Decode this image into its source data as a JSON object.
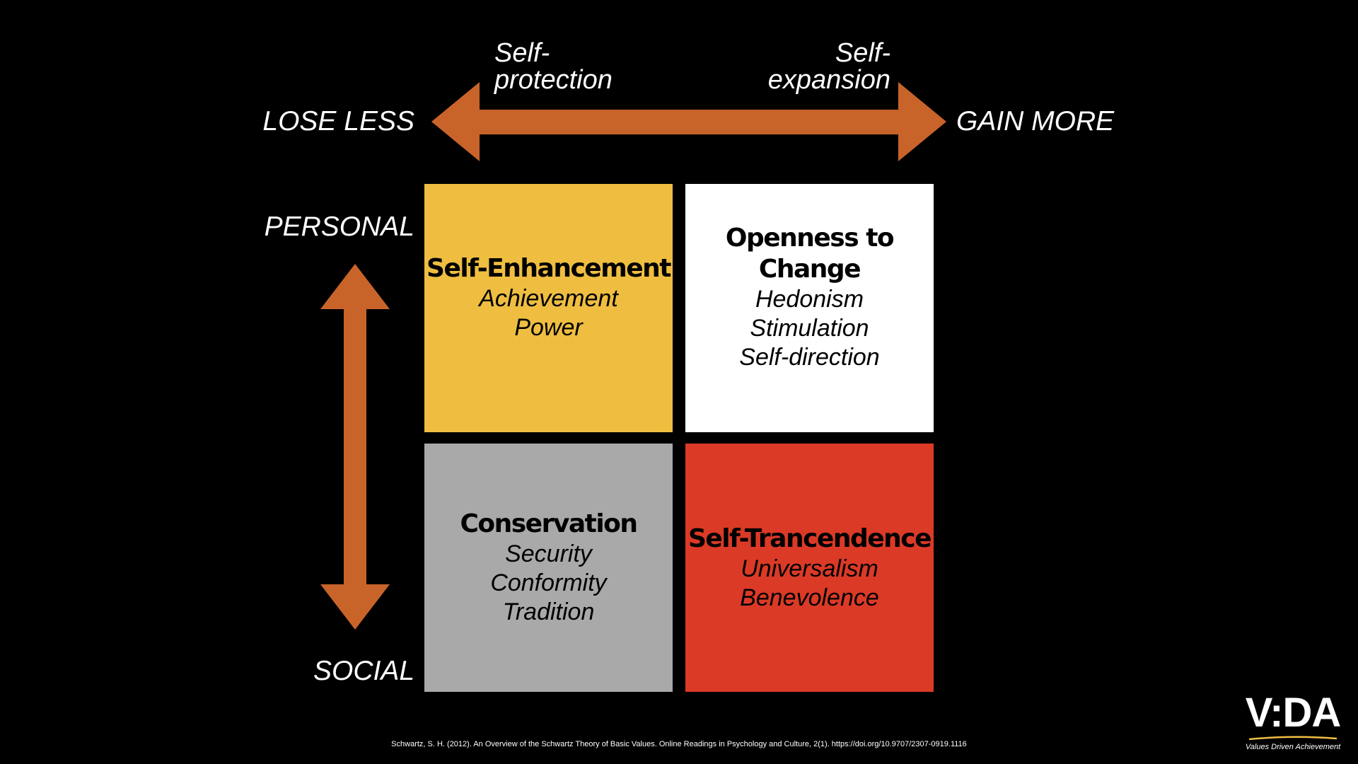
{
  "axes": {
    "left": "LOSE LESS",
    "right": "GAIN MORE",
    "top": "PERSONAL",
    "bottom": "SOCIAL",
    "left_sub": [
      "Self-",
      "protection"
    ],
    "right_sub": [
      "Self-",
      "expansion"
    ]
  },
  "quadrants": [
    {
      "title": "Self-Enhancement",
      "items": [
        "Achievement",
        "Power"
      ],
      "color": "#EFBE41"
    },
    {
      "title": "Openness to Change",
      "items": [
        "Hedonism",
        "Stimulation",
        "Self-direction"
      ],
      "color": "#FFFFFF"
    },
    {
      "title": "Conservation",
      "items": [
        "Security",
        "Conformity",
        "Tradition"
      ],
      "color": "#A9A9A9"
    },
    {
      "title": "Self-Trancendence",
      "items": [
        "Universalism",
        "Benevolence"
      ],
      "color": "#DB3A27"
    }
  ],
  "arrow_color": "#C8642A",
  "citation": "Schwartz, S. H. (2012). An Overview of the Schwartz Theory of Basic Values. Online Readings in Psychology and Culture, 2(1). https://doi.org/10.9707/2307-0919.1116",
  "logo": {
    "name": "V:DA",
    "tagline": "Values Driven Achievement"
  }
}
